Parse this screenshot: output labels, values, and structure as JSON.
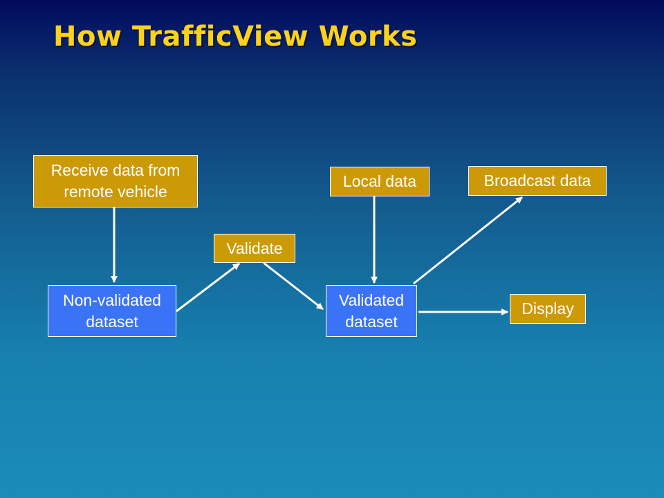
{
  "slide": {
    "title": "How TrafficView Works",
    "colors": {
      "title": "#ffd21a",
      "gold_box": "#cc9a07",
      "blue_box": "#3a73f5",
      "arrow": "#ffffff"
    }
  },
  "nodes": {
    "receive": {
      "line1": "Receive data from",
      "line2": "remote vehicle"
    },
    "local": {
      "label": "Local data"
    },
    "broadcast": {
      "label": "Broadcast data"
    },
    "validate": {
      "label": "Validate"
    },
    "non_validated": {
      "line1": "Non-validated",
      "line2": "dataset"
    },
    "validated": {
      "line1": "Validated",
      "line2": "dataset"
    },
    "display": {
      "label": "Display"
    }
  },
  "edges": [
    {
      "from": "receive",
      "to": "non_validated"
    },
    {
      "from": "non_validated",
      "to": "validate"
    },
    {
      "from": "validate",
      "to": "validated"
    },
    {
      "from": "local",
      "to": "validated"
    },
    {
      "from": "validated",
      "to": "broadcast"
    },
    {
      "from": "validated",
      "to": "display"
    }
  ]
}
